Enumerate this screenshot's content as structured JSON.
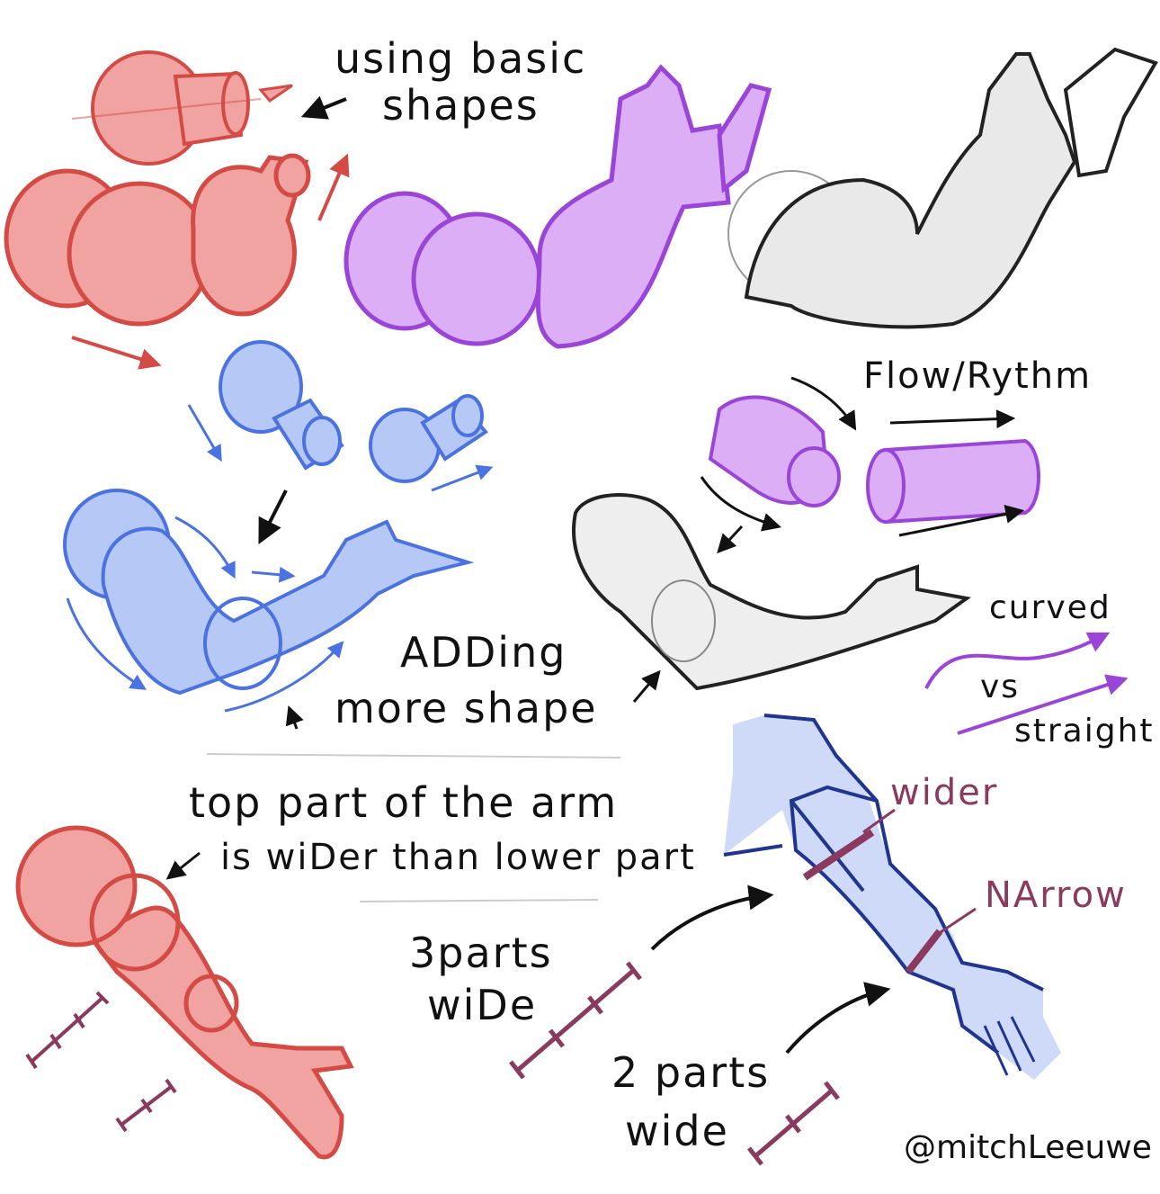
{
  "colors": {
    "red_fill": "#f0a3a0",
    "red_line": "#d44b45",
    "purple_fill": "#dcaef5",
    "purple_line": "#9a45d8",
    "blue_fill": "#b6c9f6",
    "blue_line": "#4a72e0",
    "navy_fill": "#cfd9f8",
    "navy_line": "#1f3590",
    "maroon": "#8a3a5e",
    "gray_fill": "#e6e6e6",
    "ink": "#111111"
  },
  "labels": {
    "using_basic": "using basic",
    "shapes": "shapes",
    "flow_rhythm": "Flow/Rythm",
    "adding": "ADDing",
    "more_shape": "more shape",
    "curved": "curved",
    "vs": "vs",
    "straight": "straight",
    "top_part_line1": "top part of the arm",
    "top_part_line2": "is wiDer than lower part",
    "wider": "wider",
    "narrow": "NArrow",
    "three_parts": "3parts",
    "three_wide": "wiDe",
    "two_parts": "2 parts",
    "two_wide": "wide",
    "signature": "@mitchLeeuwe"
  }
}
